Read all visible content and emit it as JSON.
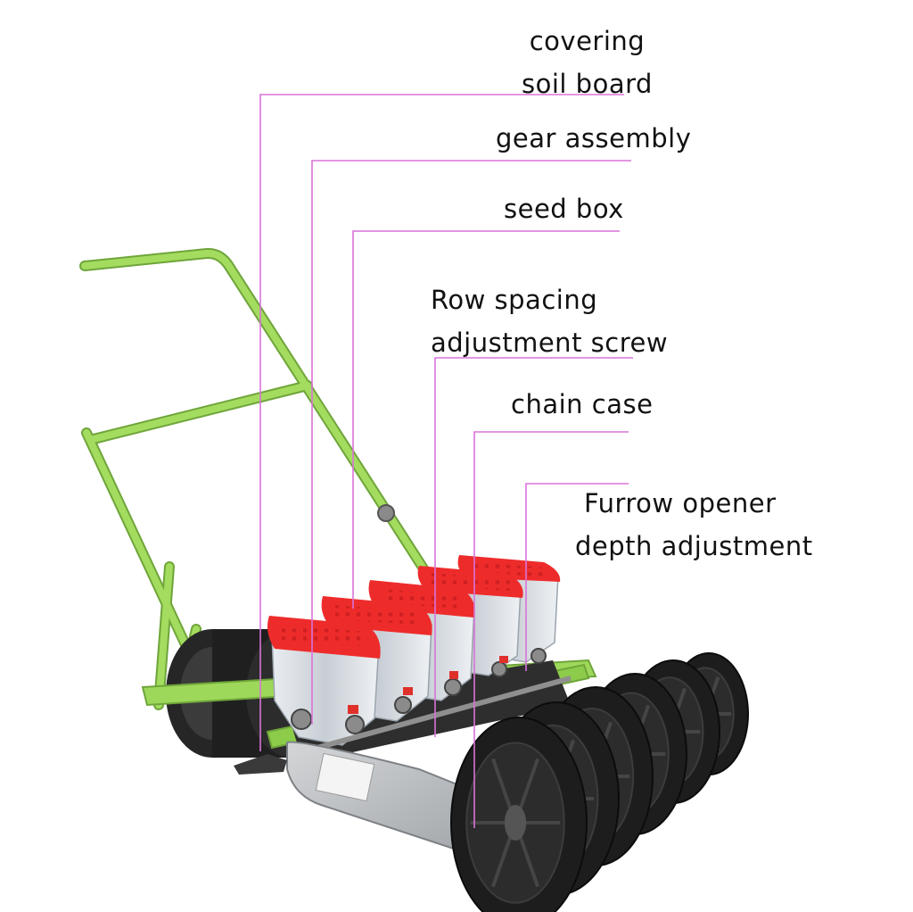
{
  "colors": {
    "leader_line": "#d873d8",
    "frame_green": "#9ed85a",
    "seed_box_red": "#ee2b2b",
    "wheel_black": "#1d1d1d",
    "metal_grey": "#b9bcbf"
  },
  "labels": [
    {
      "id": "covering-soil-board",
      "lines": [
        "covering",
        "soil board"
      ]
    },
    {
      "id": "gear-assembly",
      "lines": [
        "gear assembly"
      ]
    },
    {
      "id": "seed-box",
      "lines": [
        "seed box"
      ]
    },
    {
      "id": "row-spacing-adjustment-screw",
      "lines": [
        "Row spacing",
        "adjustment screw"
      ]
    },
    {
      "id": "chain-case",
      "lines": [
        "chain case"
      ]
    },
    {
      "id": "furrow-opener-depth-adjustment",
      "lines": [
        "Furrow opener",
        "depth adjustment"
      ]
    }
  ]
}
